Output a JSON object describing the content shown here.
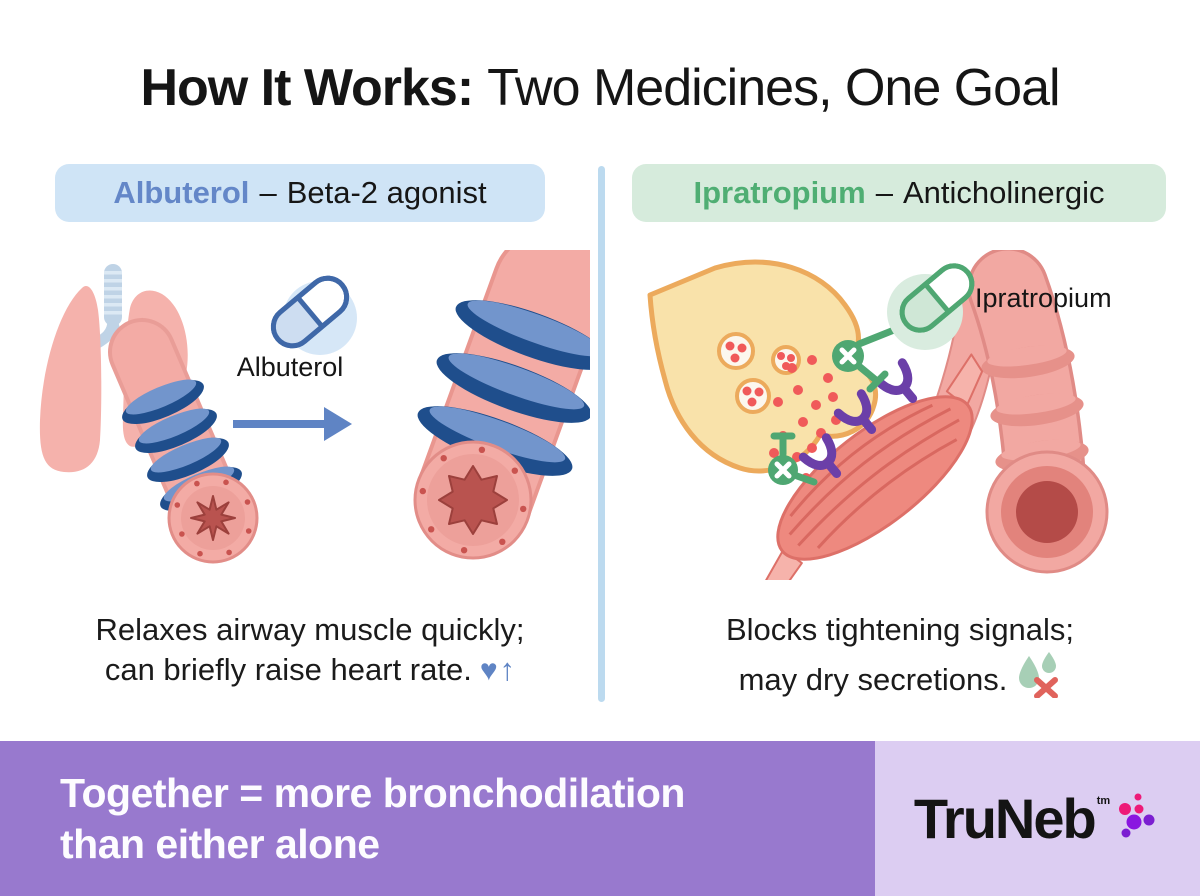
{
  "title": {
    "bold": "How It Works:",
    "regular": "Two Medicines, One Goal"
  },
  "left_panel": {
    "badge": {
      "drug": "Albuterol",
      "dash": "–",
      "type": "Beta-2 agonist"
    },
    "pill_label": "Albuterol",
    "caption": {
      "line1": "Relaxes airway muscle quickly;",
      "line2": "can briefly raise heart rate."
    },
    "caption_icons": {
      "heart": "♥",
      "up_arrow": "↑"
    },
    "colors": {
      "badge_bg": "#cfe4f6",
      "drug_name": "#6487c8",
      "pill_outline": "#3f68a8",
      "caption_icon": "#5f84c4",
      "airway_band": "#1f4e8c",
      "airway_pink": "#f3aba5"
    }
  },
  "right_panel": {
    "badge": {
      "drug": "Ipratropium",
      "dash": "–",
      "type": "Anticholinergic"
    },
    "pill_label": "Ipratropium",
    "caption": {
      "line1": "Blocks tightening signals;",
      "line2": "may dry secretions."
    },
    "caption_icons": {
      "droplet_color": "#a7cfb6",
      "x_color": "#e0635c"
    },
    "colors": {
      "badge_bg": "#d6ebdc",
      "drug_name": "#4fae73",
      "pill_outline": "#4fa772",
      "nerve_terminal": "#f9e2aa",
      "neurotransmitter": "#f05a5a",
      "receptor": "#6b3fa8",
      "muscle": "#ee897f"
    }
  },
  "footer": {
    "headline_line1": "Together = more bronchodilation",
    "headline_line2": "than either alone",
    "brand": {
      "name": "TruNeb",
      "tm": "tm"
    },
    "colors": {
      "band_bg": "#9879ce",
      "logo_bg": "#dccdf2",
      "dot_pink": "#ed1a78",
      "dot_purple_bright": "#8a16e0",
      "dot_purple": "#7b1ed1"
    }
  },
  "divider_color": "#bcdaef"
}
